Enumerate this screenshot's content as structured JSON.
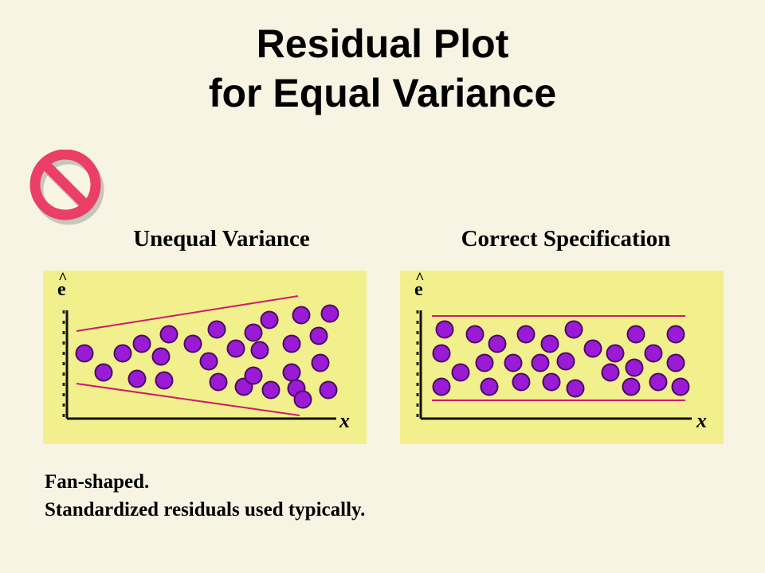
{
  "title": {
    "line1": "Residual Plot",
    "line2": "for Equal Variance"
  },
  "icons": {
    "warning": "prohibited-sign-icon"
  },
  "colors": {
    "background": "#f7f4e3",
    "panel": "#f1f08c",
    "dot_fill": "#9a1ad6",
    "dot_stroke": "#4a0a62",
    "band_line": "#d0196a",
    "no_sign": "#ea3f66"
  },
  "panels": [
    {
      "heading": "Unequal Variance",
      "yaxis_symbol": "e",
      "yaxis_hat": "^",
      "xaxis_label": "x"
    },
    {
      "heading": "Correct Specification",
      "yaxis_symbol": "e",
      "yaxis_hat": "^",
      "xaxis_label": "x"
    }
  ],
  "notes": [
    "Fan-shaped.",
    "Standardized residuals used typically."
  ]
}
